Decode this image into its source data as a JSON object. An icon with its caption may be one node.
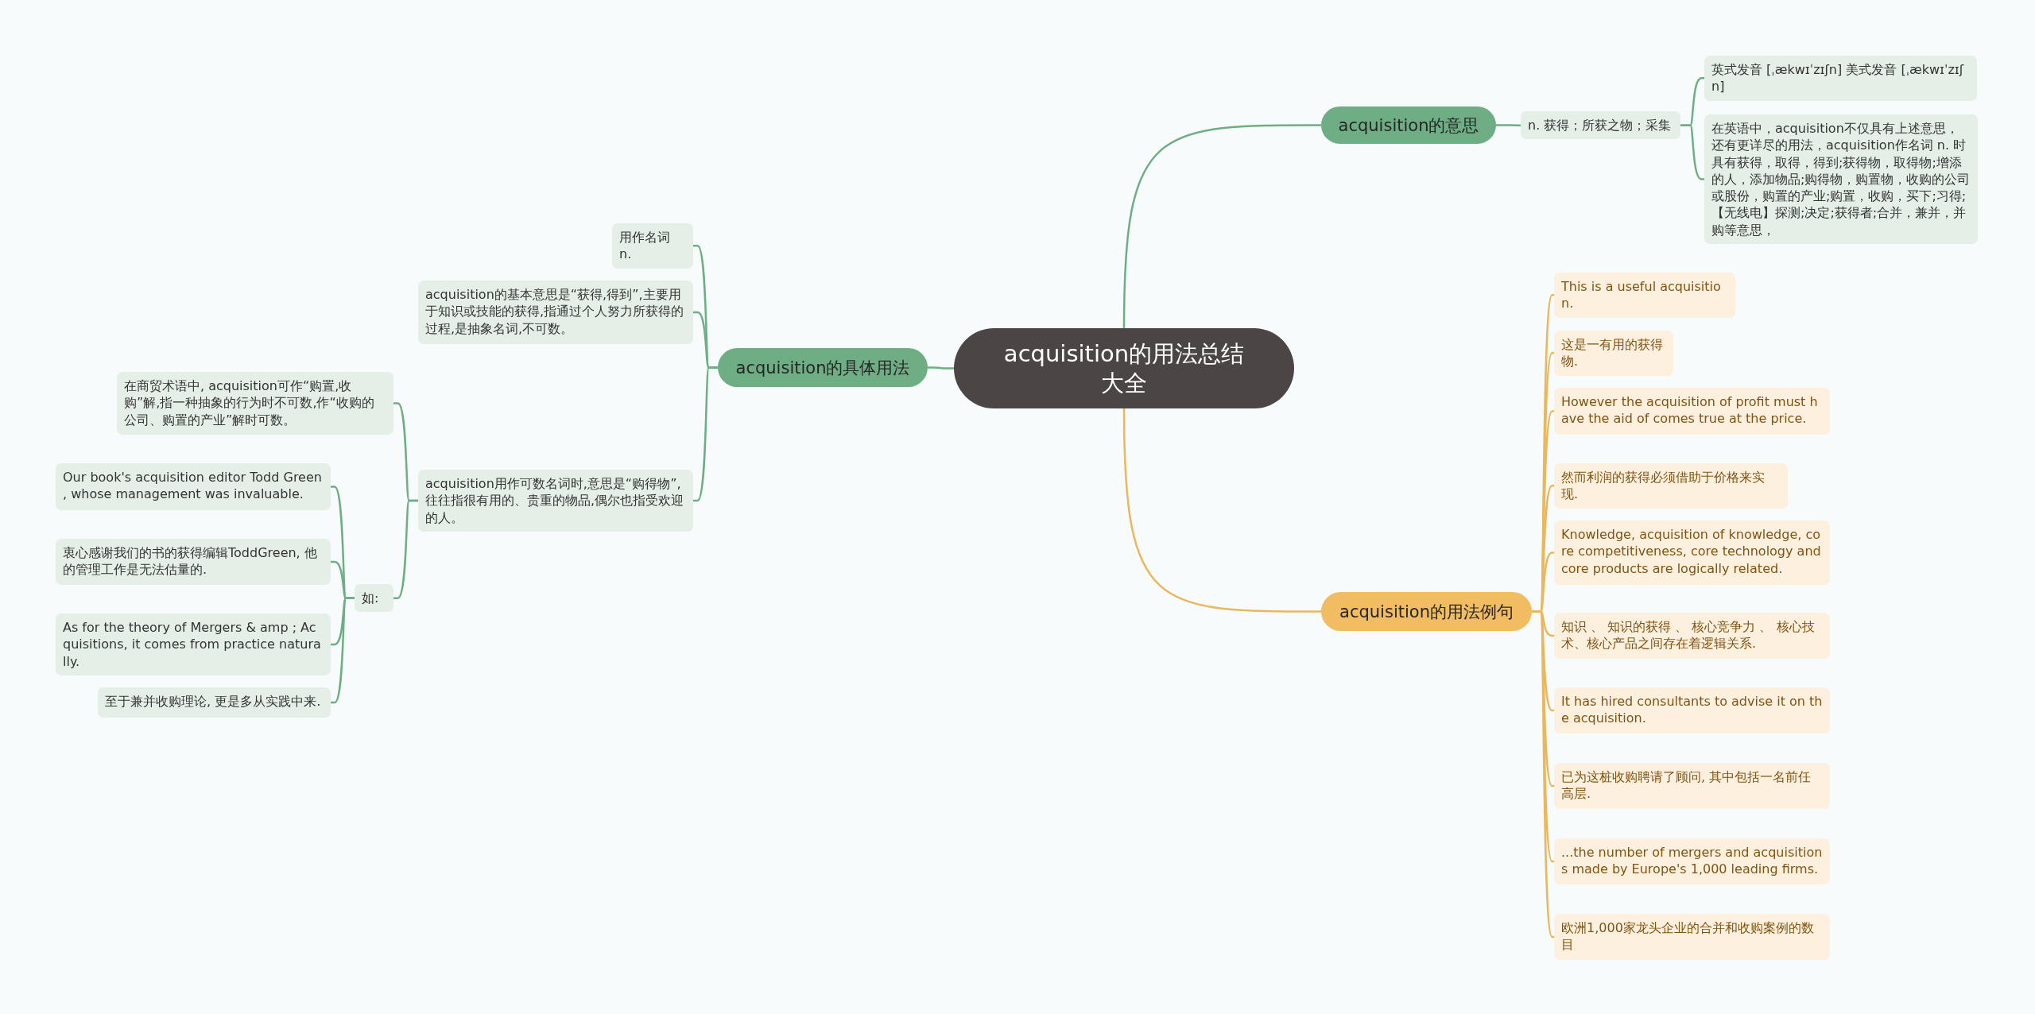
{
  "diagram": {
    "nodes": [
      {
        "text": [
          "acquisition的用法总结大全"
        ]
      },
      {
        "text": [
          "acquisition的意思"
        ]
      },
      {
        "text": [
          "n. 获得；所获之物；采集"
        ]
      },
      {
        "text": [
          "英式发音 [ˌækwɪˈzɪʃn] 美式发音 [ˌækwɪˈzɪʃn]"
        ]
      },
      {
        "text": [
          "在英语中，acquisition不仅具有上述意思，还有更详尽的用法，acquisition作名词 n. 时具有获得，取得，得到;获得物，取得物;增添的人，添加物品;购得物，购置物，收购的公司或股份，购置的产业;购置，收购，买下;习得;【无线电】探测;决定;获得者;合并，兼并，并购等意思，"
        ]
      },
      {
        "text": [
          "acquisition的用法例句"
        ]
      },
      {
        "text": [
          "This is a useful acquisition."
        ]
      },
      {
        "text": [
          "这是一有用的获得物."
        ]
      },
      {
        "text": [
          "However the acquisition of profit must have the aid of comes true at the price."
        ]
      },
      {
        "text": [
          "然而利润的获得必须借助于价格来实现."
        ]
      },
      {
        "text": [
          "Knowledge, acquisition of knowledge, core competitiveness, core technology and core products are logically related."
        ]
      },
      {
        "text": [
          "知识 、 知识的获得 、 核心竞争力 、 核心技术、核心产品之间存在着逻辑关系."
        ]
      },
      {
        "text": [
          "It has hired consultants to advise it on the acquisition."
        ]
      },
      {
        "text": [
          "已为这桩收购聘请了顾问, 其中包括一名前任高层."
        ]
      },
      {
        "text": [
          "...the number of mergers and acquisitions made by Europe's 1,000 leading firms."
        ]
      },
      {
        "text": [
          "欧洲1,000家龙头企业的合并和收购案例的数目"
        ]
      },
      {
        "text": [
          "acquisition的具体用法"
        ]
      },
      {
        "text": [
          "用作名词 n."
        ]
      },
      {
        "text": [
          "acquisition的基本意思是“获得,得到”,主要用于知识或技能的获得,指通过个人努力所获得的过程,是抽象名词,不可数。"
        ]
      },
      {
        "text": [
          "acquisition用作可数名词时,意思是“购得物”,往往指很有用的、贵重的物品,偶尔也指受欢迎的人。"
        ]
      },
      {
        "text": [
          "在商贸术语中, acquisition可作“购置,收购”解,指一种抽象的行为时不可数,作“收购的公司、购置的产业”解时可数。"
        ]
      },
      {
        "text": [
          "如:"
        ]
      },
      {
        "text": [
          "Our book's acquisition editor Todd Green , whose management was invaluable."
        ]
      },
      {
        "text": [
          "衷心感谢我们的书的获得编辑ToddGreen, 他的管理工作是无法估量的."
        ]
      },
      {
        "text": [
          "As for the theory of Mergers & amp ; Acquisitions, it comes from practice naturally."
        ]
      },
      {
        "text": [
          "至于兼并收购理论, 更是多从实践中来."
        ]
      }
    ],
    "edges": [
      {
        "from": 0,
        "to": 1,
        "arrow": "none"
      },
      {
        "from": 0,
        "to": 5,
        "arrow": "none",
        "color": "#ebb75c"
      },
      {
        "from": 0,
        "to": 16,
        "arrow": "none"
      },
      {
        "from": 1,
        "to": 2,
        "arrow": "none"
      },
      {
        "from": 2,
        "to": 3,
        "arrow": "none"
      },
      {
        "from": 2,
        "to": 4,
        "arrow": "none"
      },
      {
        "from": 5,
        "to": 6,
        "arrow": "none",
        "color": "#ebb75c"
      },
      {
        "from": 5,
        "to": 7,
        "arrow": "none",
        "color": "#ebb75c"
      },
      {
        "from": 5,
        "to": 8,
        "arrow": "none",
        "color": "#ebb75c"
      },
      {
        "from": 5,
        "to": 9,
        "arrow": "none",
        "color": "#ebb75c"
      },
      {
        "from": 5,
        "to": 10,
        "arrow": "none",
        "color": "#ebb75c"
      },
      {
        "from": 5,
        "to": 11,
        "arrow": "none",
        "color": "#ebb75c"
      },
      {
        "from": 5,
        "to": 12,
        "arrow": "none",
        "color": "#ebb75c"
      },
      {
        "from": 5,
        "to": 13,
        "arrow": "none",
        "color": "#ebb75c"
      },
      {
        "from": 5,
        "to": 14,
        "arrow": "none",
        "color": "#ebb75c"
      },
      {
        "from": 5,
        "to": 15,
        "arrow": "none",
        "color": "#ebb75c"
      },
      {
        "from": 16,
        "to": 17,
        "arrow": "none"
      },
      {
        "from": 16,
        "to": 18,
        "arrow": "none"
      },
      {
        "from": 16,
        "to": 19,
        "arrow": "none"
      },
      {
        "from": 19,
        "to": 20,
        "arrow": "none"
      },
      {
        "from": 19,
        "to": 21,
        "arrow": "none"
      },
      {
        "from": 21,
        "to": 22,
        "arrow": "none"
      },
      {
        "from": 21,
        "to": 23,
        "arrow": "none"
      },
      {
        "from": 21,
        "to": 24,
        "arrow": "none"
      },
      {
        "from": 21,
        "to": 25,
        "arrow": "none"
      }
    ]
  }
}
